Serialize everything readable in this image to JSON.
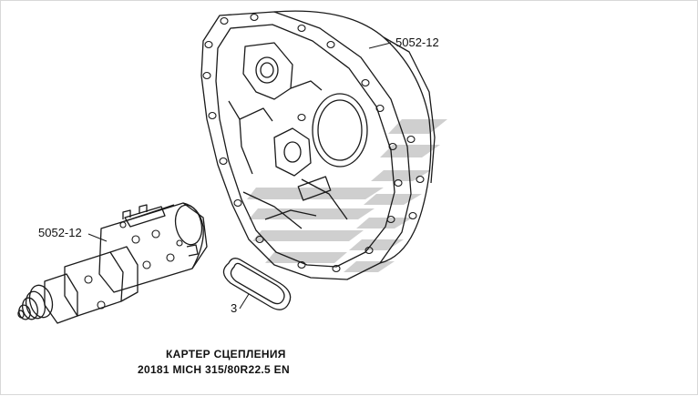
{
  "diagram": {
    "callouts": {
      "clutch_housing": "5052-12",
      "actuator": "5052-12",
      "seal": "3"
    },
    "caption": {
      "title": "КАРТЕР СЦЕПЛЕНИЯ",
      "subtitle": "20181  MICH 315/80R22.5 EN"
    },
    "colors": {
      "line": "#1a1a1a",
      "watermark": "#c8c8c8",
      "background": "#ffffff"
    }
  }
}
